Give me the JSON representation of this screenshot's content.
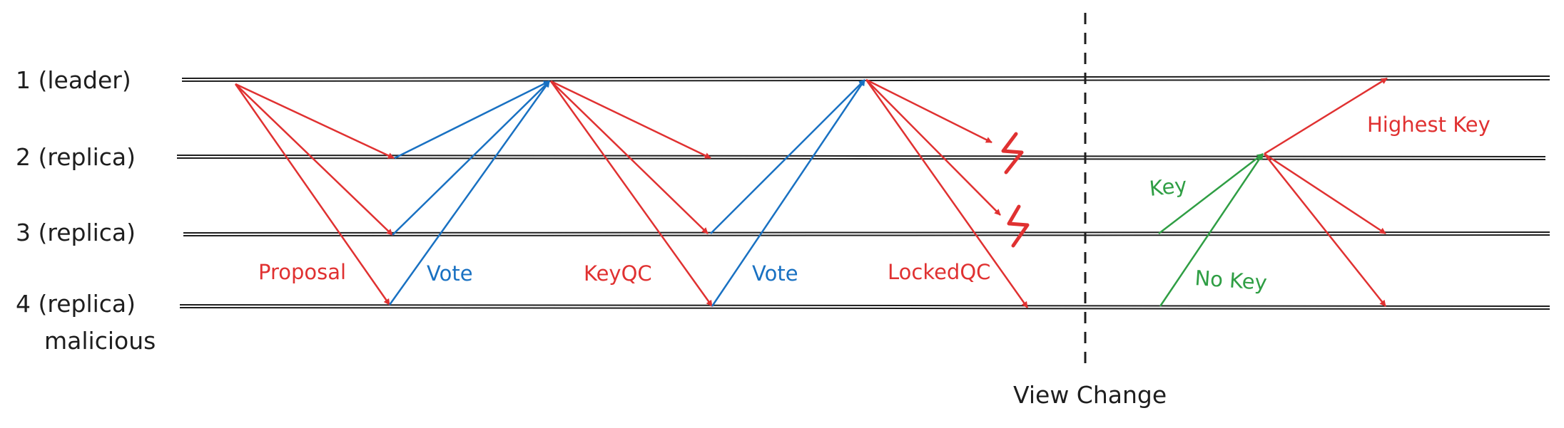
{
  "diagram": {
    "replicas": [
      {
        "label": "1 (leader)"
      },
      {
        "label": "2 (replica)"
      },
      {
        "label": "3 (replica)"
      },
      {
        "label": "4 (replica)",
        "sublabel": "malicious"
      }
    ],
    "phases": {
      "proposal": "Proposal",
      "vote1": "Vote",
      "keyqc": "KeyQC",
      "vote2": "Vote",
      "lockedqc": "LockedQC"
    },
    "view_change": {
      "label": "View Change",
      "key": "Key",
      "no_key": "No Key",
      "highest_key": "Highest Key"
    },
    "colors": {
      "timeline": "#1e1e1e",
      "proposal": "#e03131",
      "vote": "#1971c2",
      "key": "#2f9e44"
    }
  }
}
